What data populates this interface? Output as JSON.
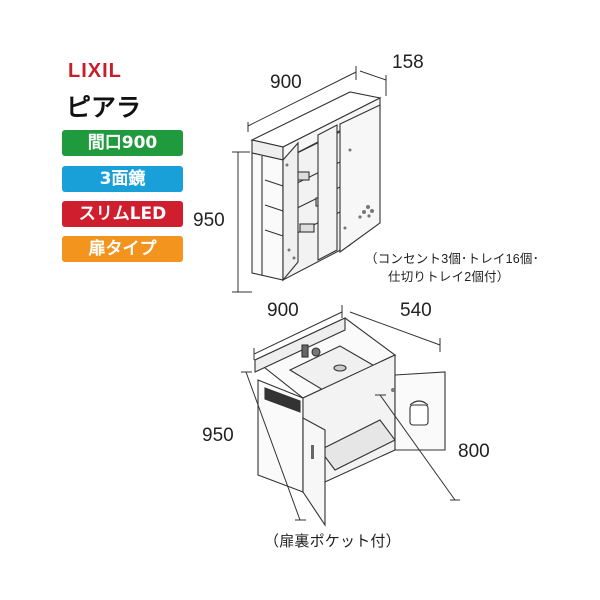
{
  "brand": {
    "name": "LIXIL",
    "color": "#c81e28"
  },
  "product": {
    "name": "ピアラ"
  },
  "badges": [
    {
      "label": "間口900",
      "color": "#1f9a3d"
    },
    {
      "label": "3面鏡",
      "color": "#1aa0d8"
    },
    {
      "label": "スリムLED",
      "color": "#cf1f2e"
    },
    {
      "label": "扉タイプ",
      "color": "#f2941d"
    }
  ],
  "mirror_cabinet": {
    "dimensions": {
      "width": "900",
      "depth": "158",
      "height": "950"
    },
    "note_line1": "（コンセント3個･トレイ16個･",
    "note_line2": "仕切りトレイ2個付）"
  },
  "vanity": {
    "dimensions": {
      "width": "900",
      "depth": "540",
      "height": "950",
      "counter_height": "800"
    },
    "note": "（扉裏ポケット付）"
  }
}
